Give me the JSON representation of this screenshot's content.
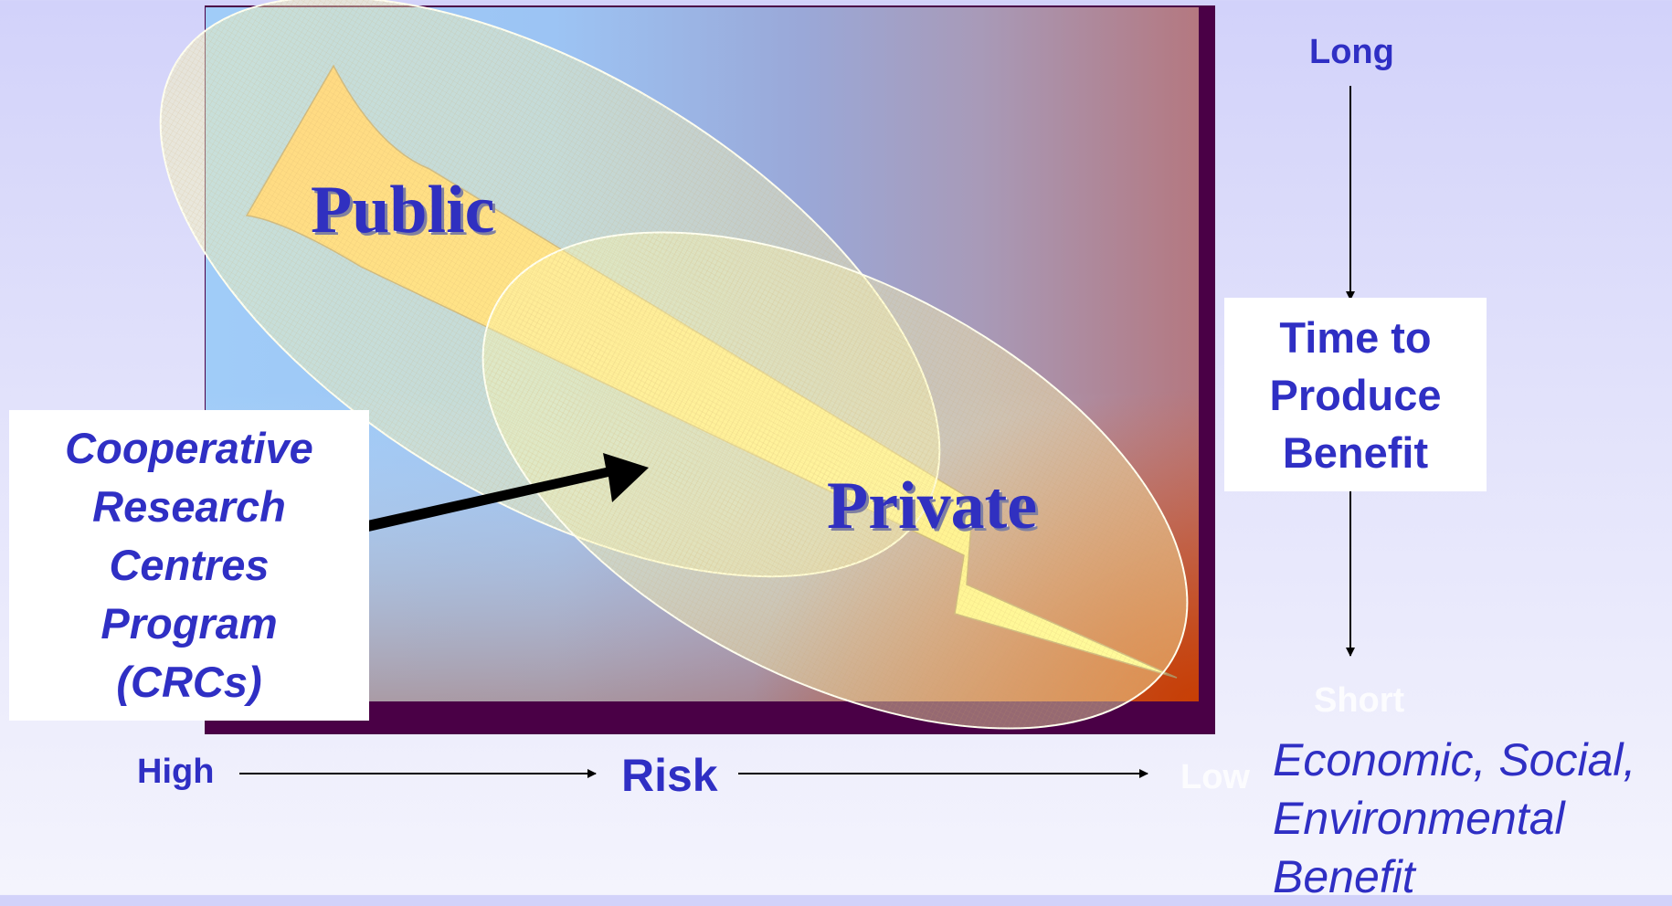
{
  "diagram": {
    "ellipse_public_label": "Public",
    "ellipse_private_label": "Private",
    "crc_box": {
      "lines": [
        "Cooperative",
        "Research",
        "Centres",
        "Program",
        "(CRCs)"
      ]
    },
    "vertical_axis": {
      "top_label": "Long",
      "box_lines": [
        "Time to",
        "Produce",
        "Benefit"
      ],
      "bottom_label": "Short"
    },
    "horizontal_axis": {
      "left_label": "High",
      "center_label": "Risk",
      "right_label": "Low"
    },
    "benefit_lines": [
      "Economic, Social,",
      "Environmental",
      "Benefit"
    ]
  },
  "colors": {
    "text_blue": "#2f2fc4",
    "frame_purple": "#4a0046",
    "panel_top_left": "#9cc8fa",
    "panel_bottom_right": "#c84000",
    "ellipse_fill": "#ffffa0",
    "arrow_fill": "#ffc850"
  }
}
